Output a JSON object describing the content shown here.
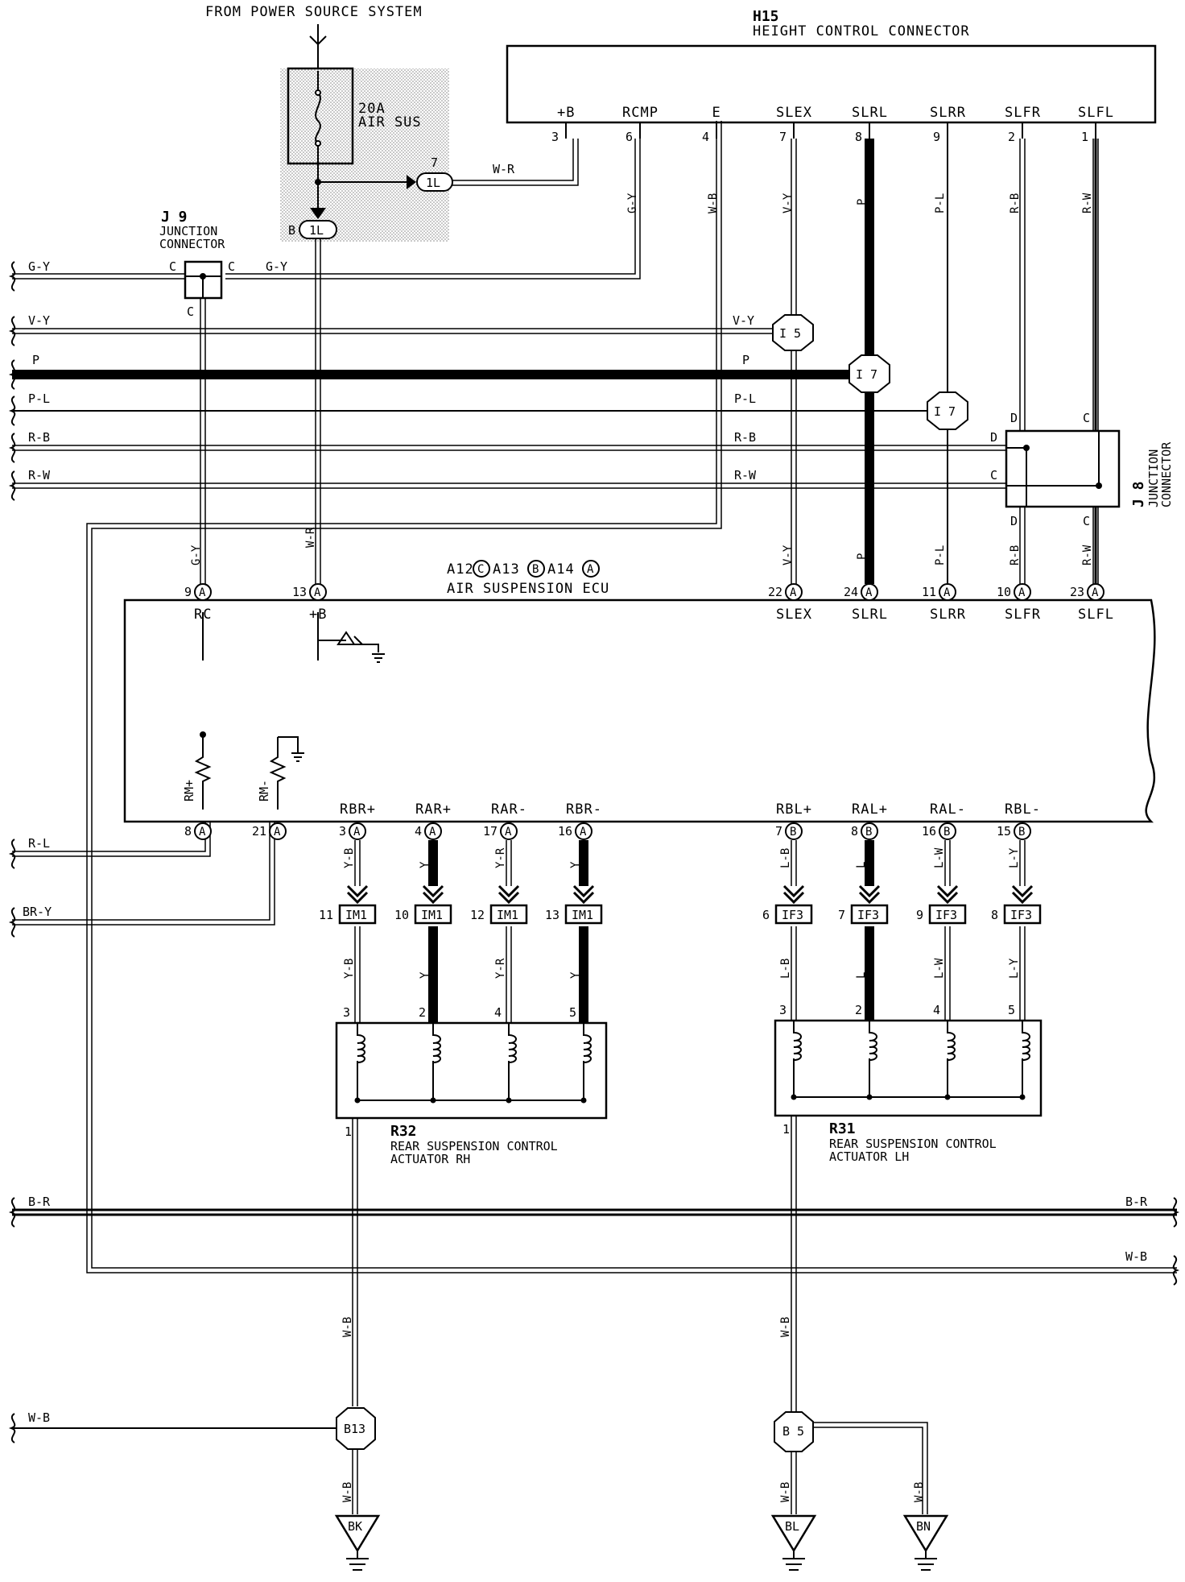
{
  "power": {
    "source_label": "FROM POWER SOURCE SYSTEM",
    "fuse_rating": "20A",
    "fuse_name": "AIR SUS",
    "pin_7": "7",
    "pin_B": "B",
    "conn_1L": "1L"
  },
  "h15": {
    "id": "H15",
    "name": "HEIGHT CONTROL CONNECTOR",
    "terminals": [
      "+B",
      "RCMP",
      "E",
      "SLEX",
      "SLRL",
      "SLRR",
      "SLFR",
      "SLFL"
    ],
    "pins": [
      "3",
      "6",
      "4",
      "7",
      "8",
      "9",
      "2",
      "1"
    ],
    "wires": [
      "W-R",
      "G-Y",
      "W-B",
      "V-Y",
      "P",
      "P-L",
      "R-B",
      "R-W"
    ]
  },
  "j9": {
    "id": "J 9",
    "name_1": "JUNCTION",
    "name_2": "CONNECTOR",
    "pin": "C"
  },
  "j8": {
    "id": "J 8",
    "name_1": "JUNCTION",
    "name_2": "CONNECTOR",
    "pin_D": "D",
    "pin_C": "C"
  },
  "left_wires": {
    "gy": "G-Y",
    "vy": "V-Y",
    "p": "P",
    "pl": "P-L",
    "rb": "R-B",
    "rw": "R-W",
    "rl": "R-L",
    "bry": "BR-Y",
    "br": "B-R",
    "wb": "W-B"
  },
  "splices": {
    "i5": "I 5",
    "i7": "I 7",
    "b13": "B13",
    "b5": "B 5"
  },
  "ecu": {
    "connectors_a12": "A12",
    "c": "C",
    "a13": "A13",
    "b": "B",
    "a14": "A14",
    "a": "A",
    "name": "AIR SUSPENSION ECU",
    "top_pins": [
      "9",
      "13",
      "22",
      "24",
      "11",
      "10",
      "23"
    ],
    "top_labels": [
      "RC",
      "+B",
      "SLEX",
      "SLRL",
      "SLRR",
      "SLFR",
      "SLFL"
    ],
    "bottom_pins": [
      "8",
      "21",
      "3",
      "4",
      "17",
      "16",
      "7",
      "8",
      "16",
      "15"
    ],
    "bottom_letters": [
      "A",
      "A",
      "A",
      "A",
      "A",
      "A",
      "B",
      "B",
      "B",
      "B"
    ],
    "bottom_labels": [
      "RM+",
      "RM-",
      "RBR+",
      "RAR+",
      "RAR-",
      "RBR-",
      "RBL+",
      "RAL+",
      "RAL-",
      "RBL-"
    ]
  },
  "actuator_wires": {
    "rh": [
      "Y-B",
      "Y",
      "Y-R",
      "Y"
    ],
    "lh": [
      "L-B",
      "L",
      "L-W",
      "L-Y"
    ]
  },
  "im1": {
    "label": "IM1",
    "pins": [
      "11",
      "10",
      "12",
      "13"
    ]
  },
  "if3": {
    "label": "IF3",
    "pins": [
      "6",
      "7",
      "9",
      "8"
    ]
  },
  "r32": {
    "id": "R32",
    "name_1": "REAR SUSPENSION CONTROL",
    "name_2": "ACTUATOR RH",
    "pins": [
      "3",
      "2",
      "4",
      "5"
    ],
    "ground_pin": "1"
  },
  "r31": {
    "id": "R31",
    "name_1": "REAR SUSPENSION CONTROL",
    "name_2": "ACTUATOR LH",
    "pins": [
      "3",
      "2",
      "4",
      "5"
    ],
    "ground_pin": "1"
  },
  "grounds": {
    "bk": "BK",
    "bl": "BL",
    "bn": "BN"
  }
}
